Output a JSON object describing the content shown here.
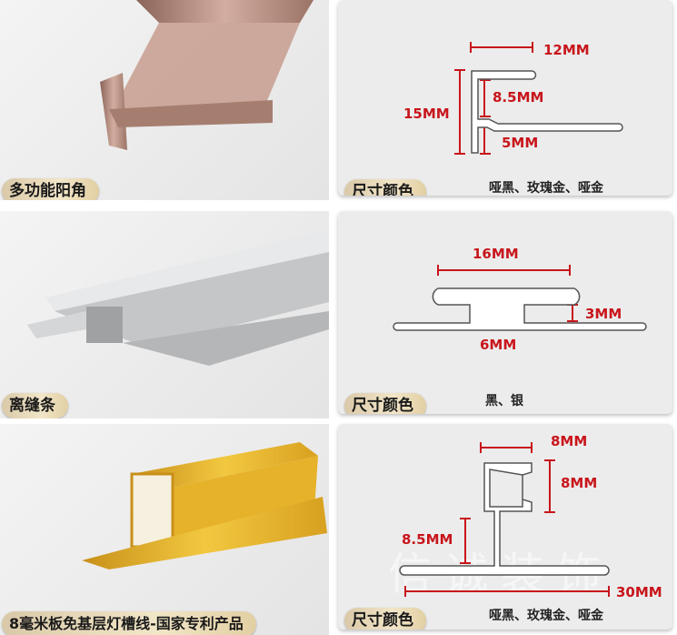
{
  "panels": [
    {
      "label": "多功能阳角",
      "size_label": "尺寸颜色",
      "colors": "哑黑、玫瑰金、哑金",
      "dims": [
        "12MM",
        "15MM",
        "8.5MM",
        "5MM"
      ]
    },
    {
      "label": "离缝条",
      "size_label": "尺寸颜色",
      "colors": "黑、银",
      "dims": [
        "16MM",
        "3MM",
        "6MM"
      ]
    },
    {
      "label": "8毫米板免基层灯槽线-国家专利产品",
      "size_label": "尺寸颜色",
      "colors": "哑黑、玫瑰金、哑金",
      "dims": [
        "8MM",
        "8MM",
        "8.5MM",
        "30MM"
      ]
    }
  ],
  "watermark": "信诚装饰",
  "colors": {
    "dimension_red": "#c8151b",
    "pill_gold": "#e8d8b2",
    "rose_gold": "#b08070",
    "gold": "#e0b020",
    "silver": "#d0d2d4"
  }
}
